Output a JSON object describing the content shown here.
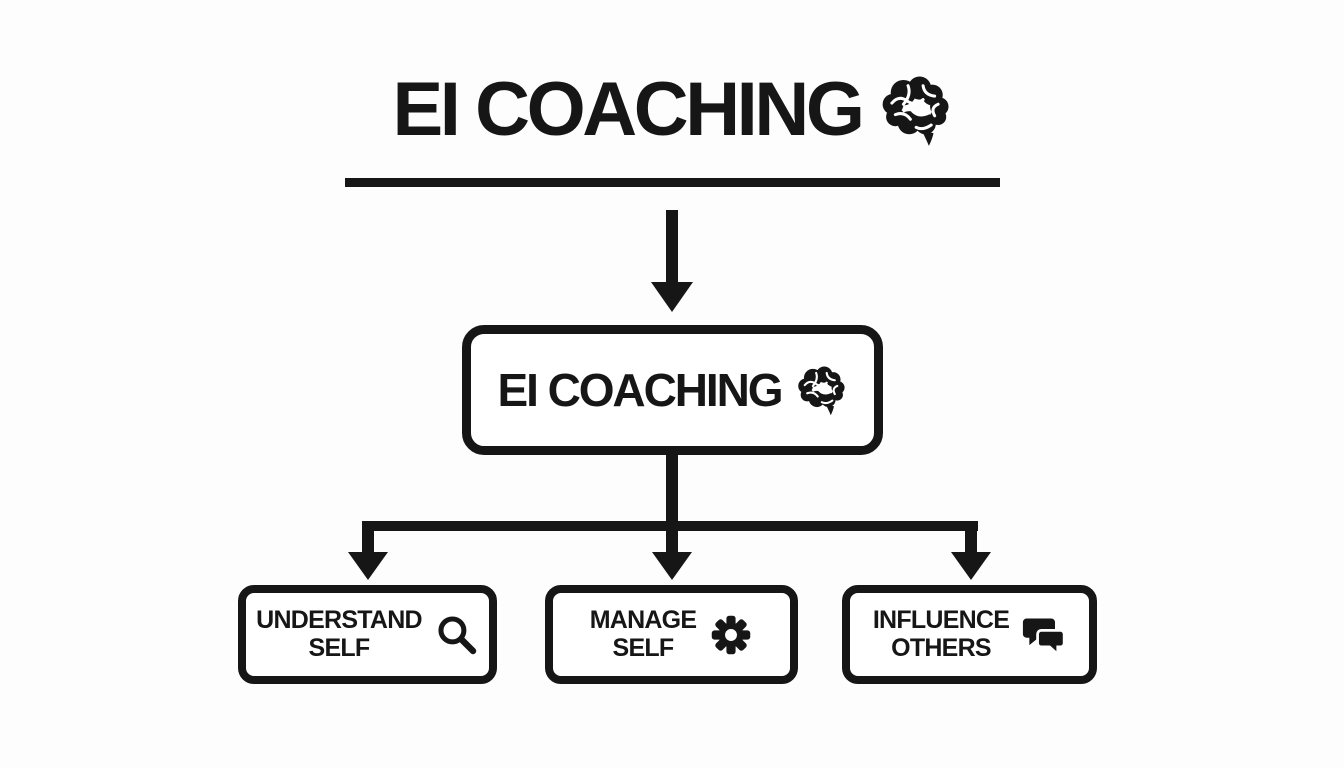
{
  "colors": {
    "ink": "#161616",
    "background": "#fdfdfe",
    "node_fill": "#ffffff"
  },
  "header": {
    "title": "EI COACHING",
    "icon": "brain-icon"
  },
  "root": {
    "label": "EI COACHING",
    "icon": "brain-icon"
  },
  "branches": [
    {
      "line1": "UNDERSTAND",
      "line2": "SELF",
      "icon": "search-icon"
    },
    {
      "line1": "MANAGE",
      "line2": "SELF",
      "icon": "gear-icon"
    },
    {
      "line1": "INFLUENCE",
      "line2": "OTHERS",
      "icon": "chat-bubbles-icon"
    }
  ]
}
